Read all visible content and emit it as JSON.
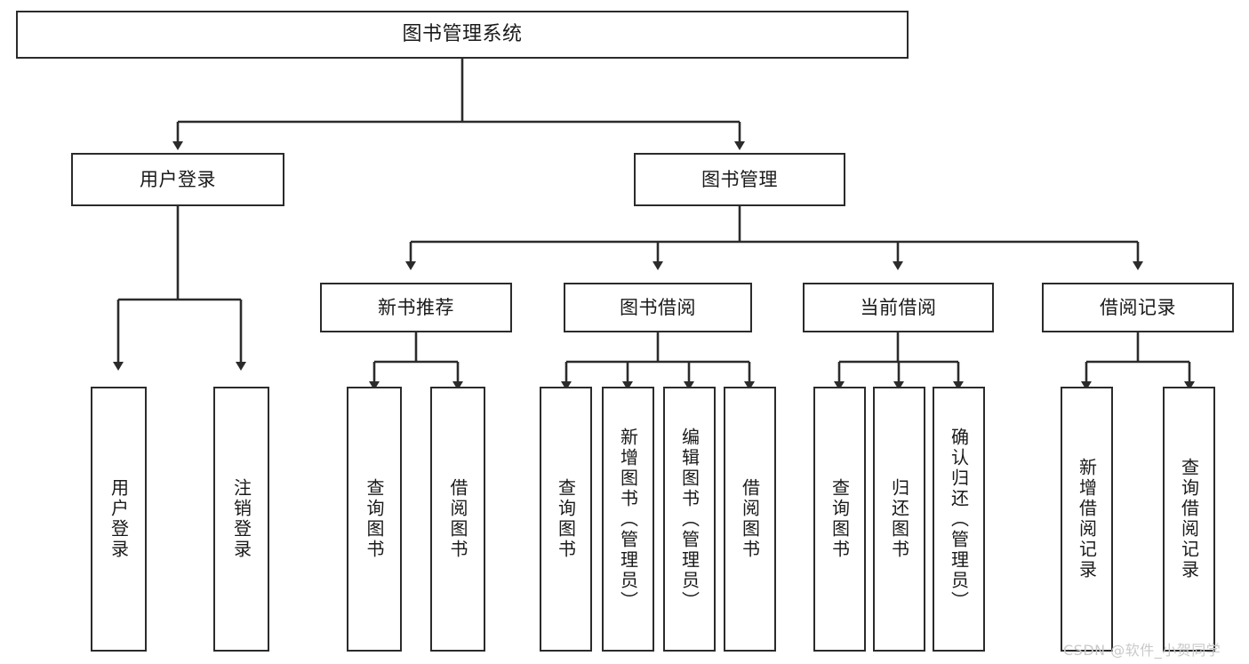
{
  "diagram": {
    "title": "图书管理系统",
    "type": "tree-hierarchy",
    "background_color": "#ffffff",
    "border_color": "#2b2b2b",
    "text_color": "#1a1a1a"
  },
  "nodes": {
    "root": {
      "label": "图书管理系统"
    },
    "level1": [
      {
        "id": "user-login",
        "label": "用户登录"
      },
      {
        "id": "book-manage",
        "label": "图书管理"
      }
    ],
    "level2": [
      {
        "id": "new-book-recommend",
        "label": "新书推荐"
      },
      {
        "id": "book-borrow",
        "label": "图书借阅"
      },
      {
        "id": "current-borrow",
        "label": "当前借阅"
      },
      {
        "id": "borrow-record",
        "label": "借阅记录"
      }
    ],
    "leaves": {
      "user_login": [
        {
          "id": "leaf-user-login",
          "label": "用户登录"
        },
        {
          "id": "leaf-logout",
          "label": "注销登录"
        }
      ],
      "new_book_recommend": [
        {
          "id": "leaf-query-book-1",
          "label": "查询图书"
        },
        {
          "id": "leaf-borrow-book-1",
          "label": "借阅图书"
        }
      ],
      "book_borrow": [
        {
          "id": "leaf-query-book-2",
          "label": "查询图书"
        },
        {
          "id": "leaf-add-book",
          "label": "新增图书（管理员）"
        },
        {
          "id": "leaf-edit-book",
          "label": "编辑图书（管理员）"
        },
        {
          "id": "leaf-borrow-book-2",
          "label": "借阅图书"
        }
      ],
      "current_borrow": [
        {
          "id": "leaf-query-book-3",
          "label": "查询图书"
        },
        {
          "id": "leaf-return-book",
          "label": "归还图书"
        },
        {
          "id": "leaf-confirm-return",
          "label": "确认归还（管理员）"
        }
      ],
      "borrow_record": [
        {
          "id": "leaf-add-record",
          "label": "新增借阅记录"
        },
        {
          "id": "leaf-query-record",
          "label": "查询借阅记录"
        }
      ]
    }
  },
  "watermark": {
    "text": "CSDN @软件_小贺同学"
  }
}
